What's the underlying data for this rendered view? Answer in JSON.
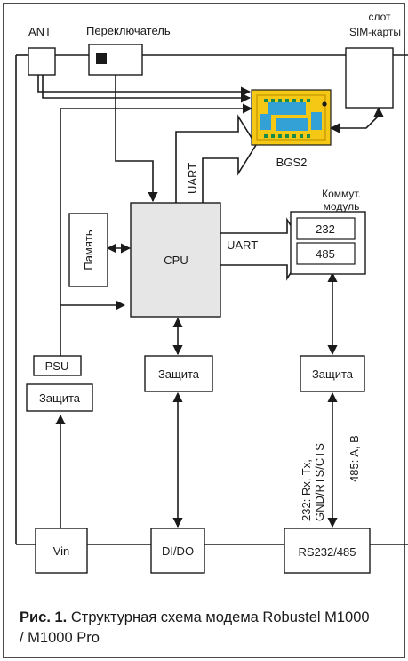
{
  "labels": {
    "ant": "ANT",
    "switch": "Переключатель",
    "sim_line1": "слот",
    "sim_line2": "SIM-карты",
    "bgs2": "BGS2",
    "uart_vertical": "UART",
    "uart_horizontal": "UART",
    "comm_line1": "Коммут.",
    "comm_line2": "модуль",
    "port232": "232",
    "port485": "485",
    "memory": "Память",
    "cpu": "CPU",
    "psu": "PSU",
    "protect_psu": "Защита",
    "protect_cpu": "Защита",
    "protect_comm": "Защита",
    "sig_232_line1": "232: Rx, Tx,",
    "sig_232_line2": "GND/RTS/CTS",
    "sig_485": "485: A, B",
    "vin": "Vin",
    "dido": "DI/DO",
    "rs": "RS232/485"
  },
  "caption": {
    "prefix": "Рис. 1.",
    "text": " Структурная схема модема Robustel M1000 / M1000 Pro"
  },
  "colors": {
    "cpu_fill": "#e6e6e6",
    "board_fill": "#f4c814",
    "board_chip": "#33a0d6",
    "line": "#1a1a1a",
    "border": "#4a4a4a"
  }
}
